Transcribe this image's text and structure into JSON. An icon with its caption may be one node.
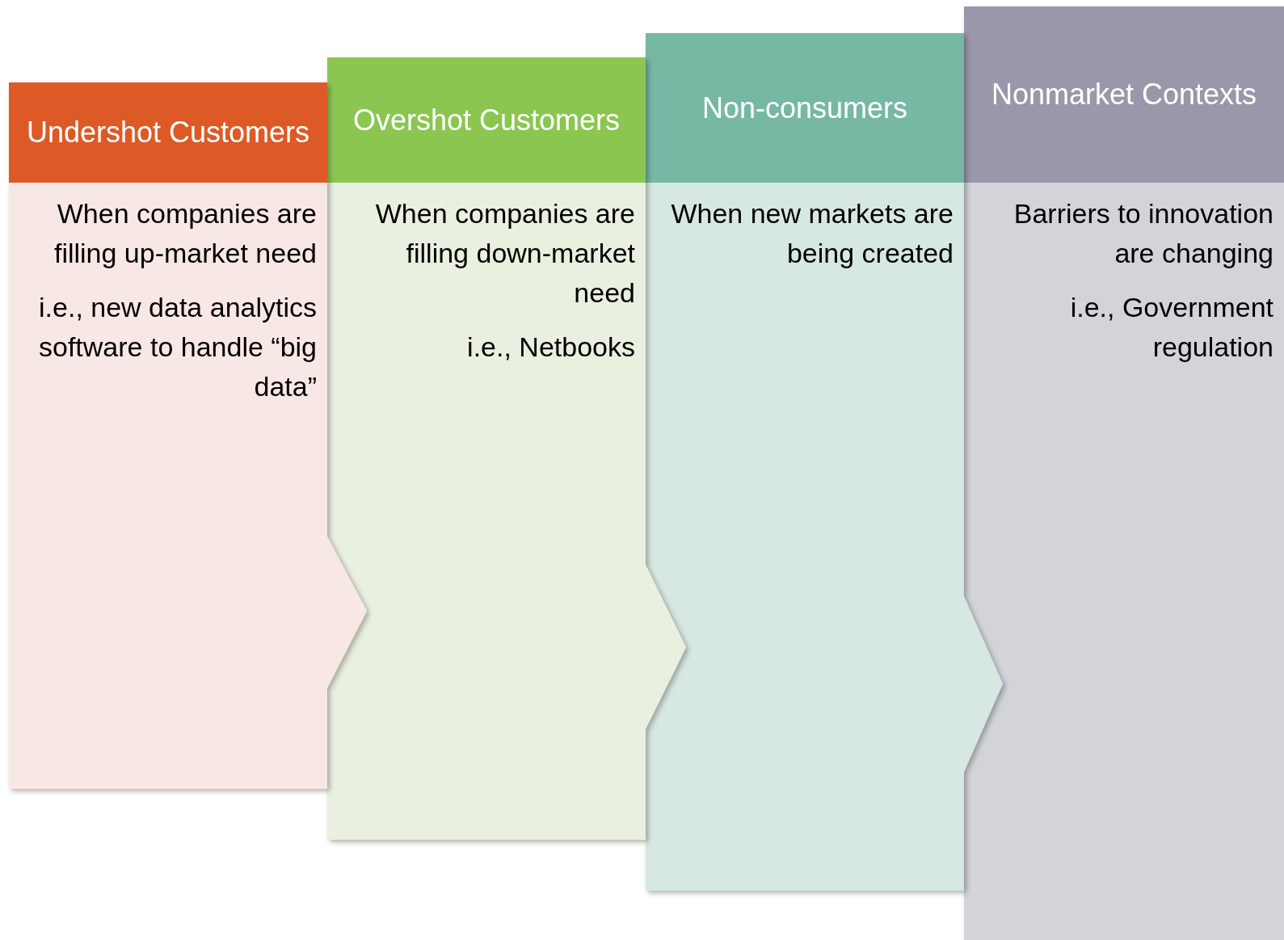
{
  "diagram": {
    "nodes": [
      {
        "text": [
          "Undershot Customers",
          "When companies are filling up-market need",
          "i.e., new data analytics software to handle “big data”"
        ]
      },
      {
        "text": [
          "Overshot Customers",
          "When companies are filling down-market need",
          "i.e., Netbooks"
        ]
      },
      {
        "text": [
          "Non-consumers",
          "When new markets are being created"
        ]
      },
      {
        "text": [
          "Nonmarket Contexts",
          "Barriers to innovation are changing",
          "i.e., Government regulation"
        ]
      }
    ]
  }
}
